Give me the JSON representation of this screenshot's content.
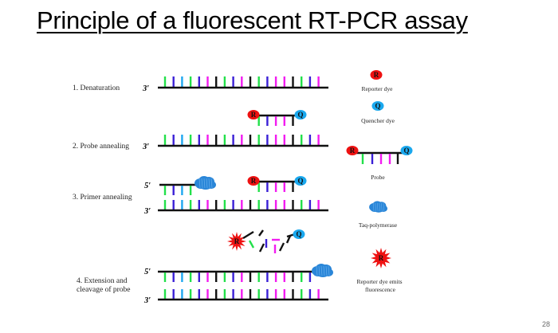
{
  "slide": {
    "title": "Principle of a fluorescent RT-PCR assay",
    "page_number": "28"
  },
  "colors": {
    "G": "#22e04a",
    "B": "#3a1fd6",
    "C": "#1ea7f0",
    "M": "#f21cf0",
    "K": "#111111",
    "reporter": "#ee1111",
    "quencher": "#1aa8ee",
    "polymerase": "#2a86d8",
    "backbone": "#111111"
  },
  "template_sequence": [
    "G",
    "B",
    "C",
    "G",
    "B",
    "M",
    "K",
    "G",
    "B",
    "M",
    "K",
    "G",
    "B",
    "M",
    "M",
    "K",
    "G",
    "B",
    "M"
  ],
  "probe_sequence": [
    "G",
    "B",
    "M",
    "M",
    "K"
  ],
  "primer_sequence": [
    "G",
    "B",
    "C",
    "G"
  ],
  "ends": {
    "five_prime": "5′",
    "three_prime": "3′"
  },
  "dyes": {
    "reporter_letter": "R",
    "quencher_letter": "Q"
  },
  "steps": [
    {
      "id": "denaturation",
      "label_lines": [
        "1. Denaturation"
      ]
    },
    {
      "id": "probe-annealing",
      "label_lines": [
        "2. Probe annealing"
      ]
    },
    {
      "id": "primer-annealing",
      "label_lines": [
        "3. Primer annealing"
      ]
    },
    {
      "id": "extension",
      "label_lines": [
        "4. Extension and",
        "cleavage of probe"
      ]
    }
  ],
  "legend": [
    {
      "id": "reporter-dye",
      "label_lines": [
        "Reporter dye"
      ]
    },
    {
      "id": "quencher-dye",
      "label_lines": [
        "Quencher dye"
      ]
    },
    {
      "id": "probe",
      "label_lines": [
        "Probe"
      ]
    },
    {
      "id": "taq-polymerase",
      "label_lines": [
        "Taq-polymerase"
      ]
    },
    {
      "id": "reporter-emits",
      "label_lines": [
        "Reporter dye emits",
        "fluorescence"
      ]
    }
  ]
}
